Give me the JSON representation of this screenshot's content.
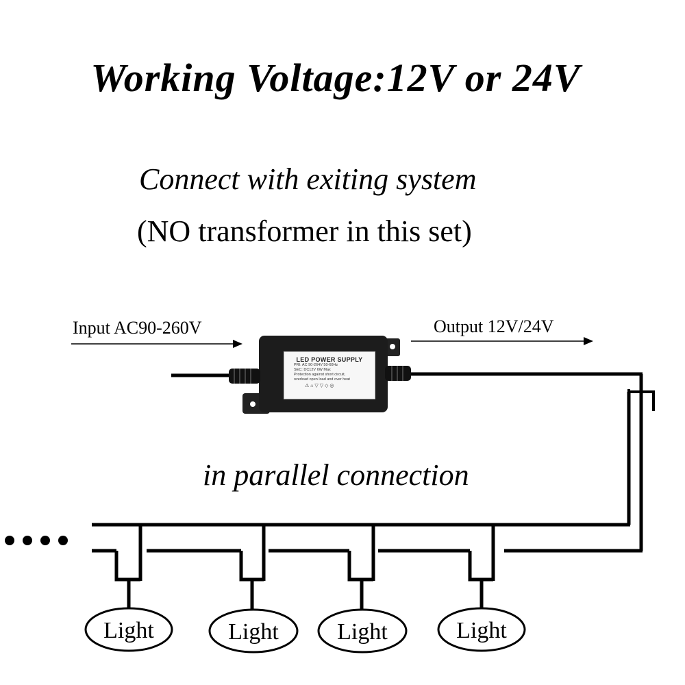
{
  "title": "Working Voltage:12V or 24V",
  "subtitle": "Connect with exiting system",
  "note": "(NO transformer in this set)",
  "input_label": "Input AC90-260V",
  "output_label": "Output 12V/24V",
  "parallel_label": "in parallel connection",
  "power_supply": {
    "title": "LED POWER SUPPLY",
    "pri": "PRI: AC 90-264V  50-60Hz",
    "sec": "SEC: DC12V          6W Max",
    "protection": "Protection against short circuit,",
    "protection2": "overload open load and over heat",
    "icons": "⚠ ⌂ ▽ ▽ ◇ ◎"
  },
  "lights": [
    {
      "label": "Light"
    },
    {
      "label": "Light"
    },
    {
      "label": "Light"
    },
    {
      "label": "Light"
    }
  ],
  "continuation": "••••",
  "colors": {
    "line": "#000000",
    "psu_body": "#1c1c1c",
    "label_bg": "#f7f7f7"
  }
}
